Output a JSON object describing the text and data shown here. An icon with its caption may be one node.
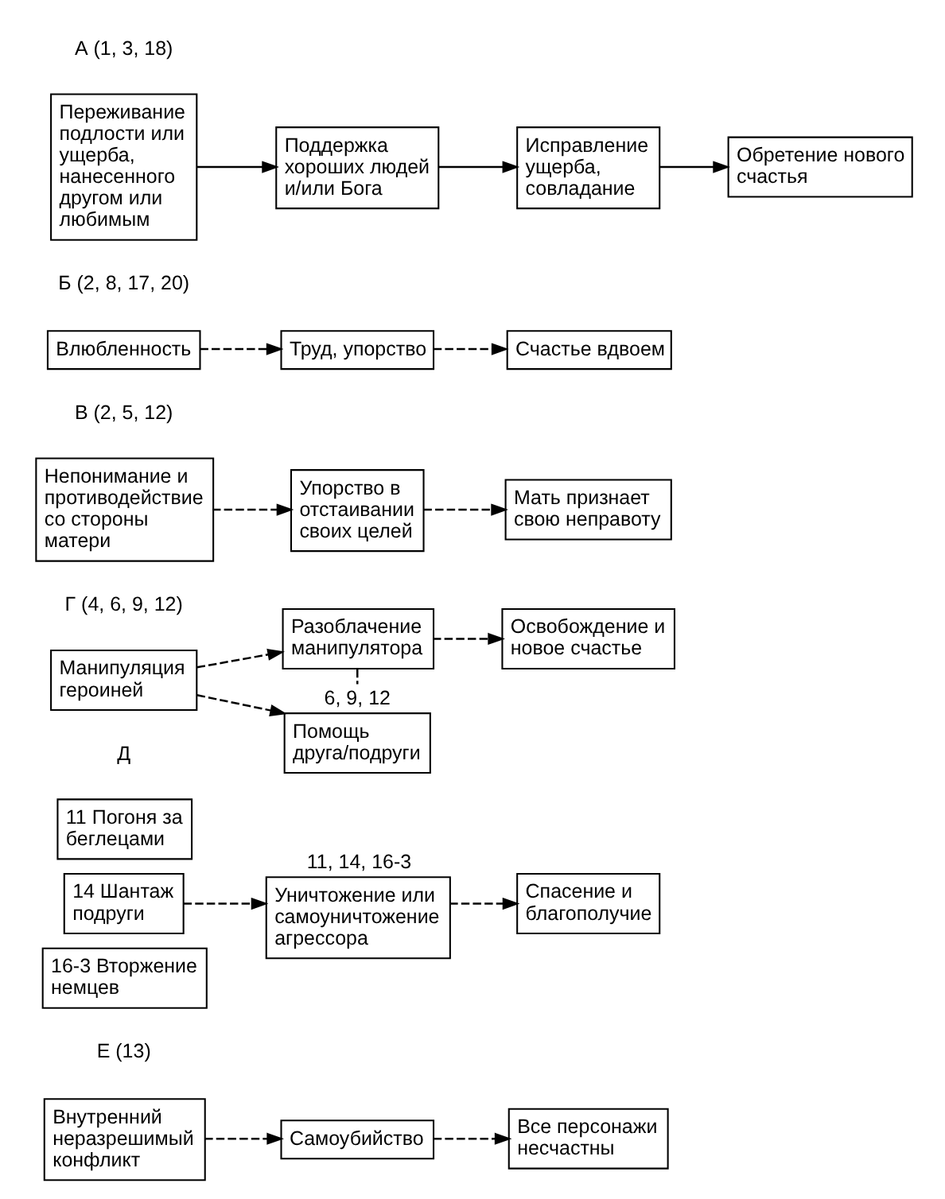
{
  "diagram": {
    "nodes": [
      {
        "text": [
          "Переживание подлости или ущерба, нанесенного другом или любимым"
        ]
      },
      {
        "text": [
          "Поддержка хороших людей и/или Бога"
        ]
      },
      {
        "text": [
          "Исправление ущерба, совладание"
        ]
      },
      {
        "text": [
          "Обретение нового счастья"
        ]
      },
      {
        "text": [
          "Влюбленность"
        ]
      },
      {
        "text": [
          "Труд, упорство"
        ]
      },
      {
        "text": [
          "Счастье вдвоем"
        ]
      },
      {
        "text": [
          "Непонимание и противодействие со стороны матери"
        ]
      },
      {
        "text": [
          "Упорство в отстаивании своих целей"
        ]
      },
      {
        "text": [
          "Мать признает свою неправоту"
        ]
      },
      {
        "text": [
          "Манипуляция героиней"
        ]
      },
      {
        "text": [
          "Разоблачение манипулятора"
        ]
      },
      {
        "text": [
          "Освобождение и новое счастье"
        ]
      },
      {
        "text": [
          "Помощь друга/подруги"
        ],
        "beside": [
          "6, 9, 12"
        ]
      },
      {
        "text": [
          "11 Погоня за беглецами"
        ]
      },
      {
        "text": [
          "14 Шантаж подруги"
        ]
      },
      {
        "text": [
          "16-3 Вторжение немцев"
        ]
      },
      {
        "text": [
          "Уничтожение или самоуничтожение агрессора"
        ],
        "beside": [
          "11, 14, 16-3"
        ]
      },
      {
        "text": [
          "Спасение и благополучие"
        ]
      },
      {
        "text": [
          "Внутренний неразрешимый конфликт"
        ]
      },
      {
        "text": [
          "Самоубийство"
        ]
      },
      {
        "text": [
          "Все персонажи несчастны"
        ]
      }
    ],
    "edges": [
      {
        "from": 0,
        "to": 1,
        "arrow": "to"
      },
      {
        "from": 1,
        "to": 2,
        "arrow": "to"
      },
      {
        "from": 2,
        "to": 3,
        "arrow": "to"
      },
      {
        "from": 4,
        "to": 5,
        "arrow": "to",
        "style": "dashed"
      },
      {
        "from": 5,
        "to": 6,
        "arrow": "to",
        "style": "dashed"
      },
      {
        "from": 7,
        "to": 8,
        "arrow": "to",
        "style": "dashed"
      },
      {
        "from": 8,
        "to": 9,
        "arrow": "to",
        "style": "dashed"
      },
      {
        "from": 10,
        "to": 11,
        "arrow": "to",
        "style": "dashed"
      },
      {
        "from": 11,
        "to": 12,
        "arrow": "to",
        "style": "dashed"
      },
      {
        "from": 10,
        "to": 13,
        "arrow": "to",
        "style": "dashed"
      },
      {
        "from": 11,
        "to": 13,
        "arrow": "none",
        "style": "dashed"
      },
      {
        "from": 15,
        "to": 17,
        "arrow": "to",
        "style": "dashed"
      },
      {
        "from": 17,
        "to": 18,
        "arrow": "to",
        "style": "dashed"
      },
      {
        "from": 19,
        "to": 20,
        "arrow": "to",
        "style": "dashed"
      },
      {
        "from": 20,
        "to": 21,
        "arrow": "to",
        "style": "dashed"
      }
    ],
    "labels": [
      "А (1, 3, 18)",
      "Б (2, 8, 17, 20)",
      "В (2, 5, 12)",
      "Г (4, 6, 9, 12)",
      "Д",
      "Е (13)"
    ]
  }
}
